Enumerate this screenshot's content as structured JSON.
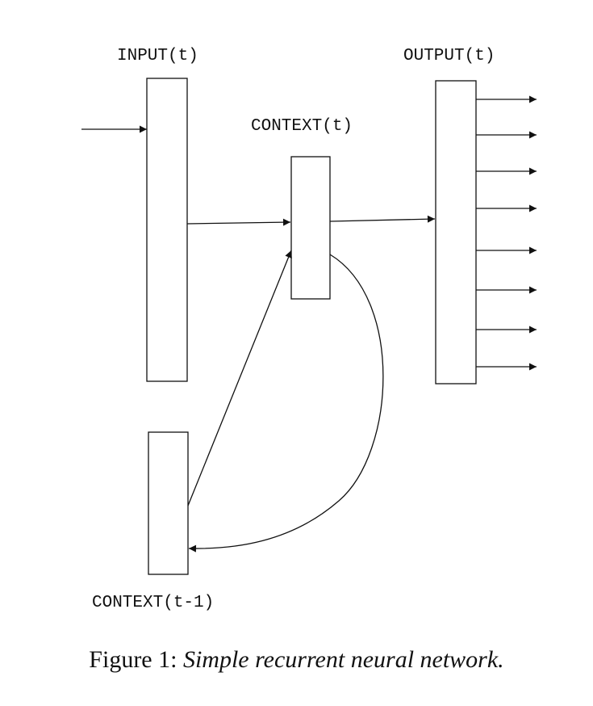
{
  "diagram": {
    "nodes": {
      "input": "INPUT(t)",
      "context": "CONTEXT(t)",
      "output": "OUTPUT(t)",
      "context_prev": "CONTEXT(t-1)"
    },
    "edges": [
      {
        "from": "external",
        "to": "input"
      },
      {
        "from": "input",
        "to": "context"
      },
      {
        "from": "context",
        "to": "output"
      },
      {
        "from": "context",
        "to": "context_prev",
        "style": "curve"
      },
      {
        "from": "context_prev",
        "to": "context"
      }
    ],
    "output_arrow_count": 8
  },
  "caption": {
    "prefix": "Figure 1:",
    "text": "Simple recurrent neural network."
  }
}
